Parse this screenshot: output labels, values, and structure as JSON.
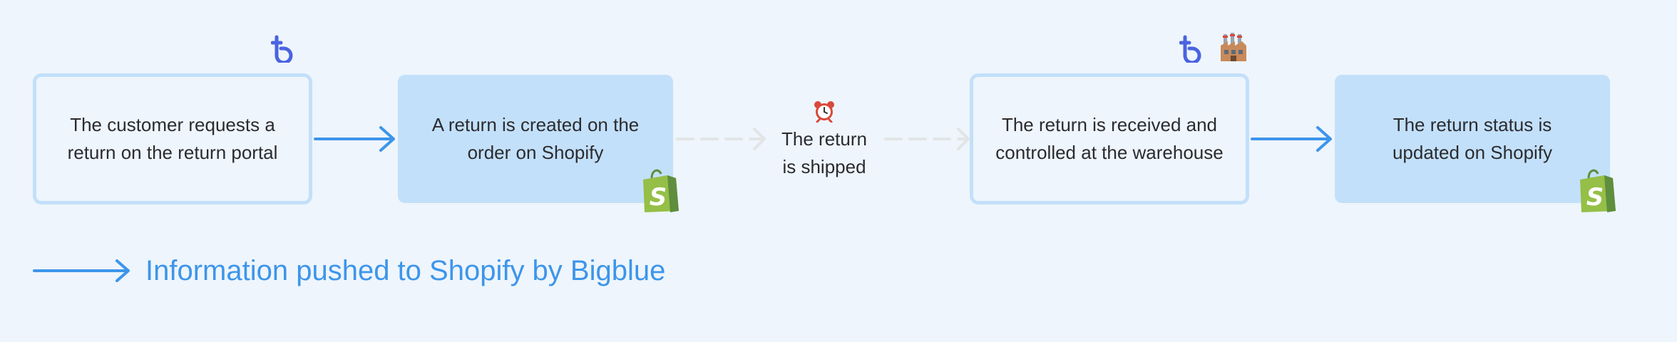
{
  "steps": [
    {
      "text": "The customer requests a return on the return portal"
    },
    {
      "text": "A return is created on the order on Shopify"
    },
    {
      "text": "The return is shipped"
    },
    {
      "text": "The return is received and controlled at the warehouse"
    },
    {
      "text": "The return status is updated on Shopify"
    }
  ],
  "legend": {
    "label": "Information pushed to Shopify by Bigblue"
  },
  "icons": {
    "bigblue": "bigblue-logo-icon",
    "shopify": "shopify-bag-icon",
    "clock": "alarm-clock-icon",
    "warehouse": "factory-icon"
  },
  "colors": {
    "background": "#eef5fc",
    "box_fill": "#c3e0fa",
    "box_outline": "#c3e0fa",
    "accent_arrow": "#3d95ea",
    "dashed_arrow": "#e2e4e6",
    "bigblue_logo": "#4a63e0",
    "shopify_green": "#95bf47"
  }
}
